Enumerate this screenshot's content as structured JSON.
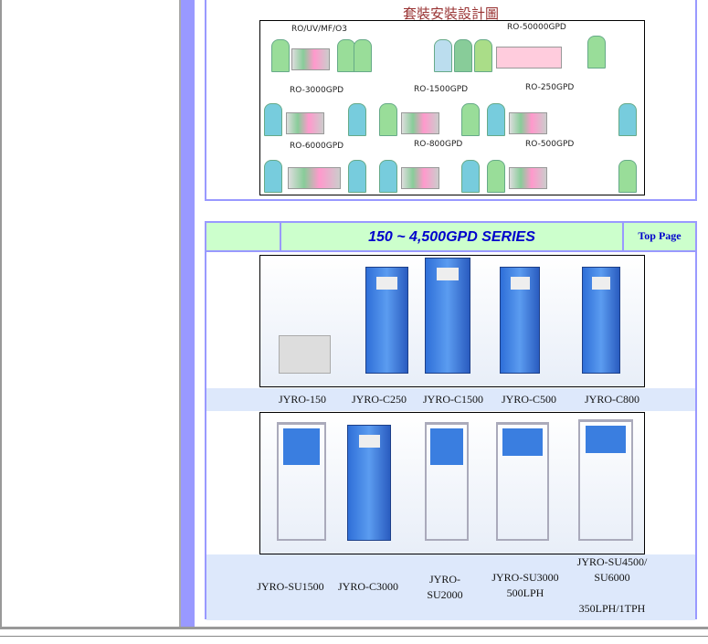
{
  "design_section": {
    "title": "套裝安裝設計圖",
    "diagram_labels": [
      "RO/UV/MF/O3",
      "RO-50000GPD",
      "RO-3000GPD",
      "RO-1500GPD",
      "RO-250GPD",
      "RO-6000GPD",
      "RO-800GPD",
      "RO-500GPD"
    ]
  },
  "series_section": {
    "title": "150 ~ 4,500GPD SERIES",
    "top_page_link": "Top Page",
    "row1_models": [
      "JYRO-150",
      "JYRO-C250",
      "JYRO-C1500",
      "JYRO-C500",
      "JYRO-C800"
    ],
    "row2_models": [
      "JYRO-SU1500",
      "JYRO-C3000",
      "JYRO-\nSU2000",
      "JYRO-SU3000\n500LPH",
      "JYRO-SU4500/\nSU6000\n\n350LPH/1TPH"
    ]
  },
  "colors": {
    "accent": "#9999ff",
    "header_bg": "#ccffcc",
    "title_red": "#993333",
    "link_blue": "#0000cc",
    "caption_bg": "#dde8fb"
  }
}
